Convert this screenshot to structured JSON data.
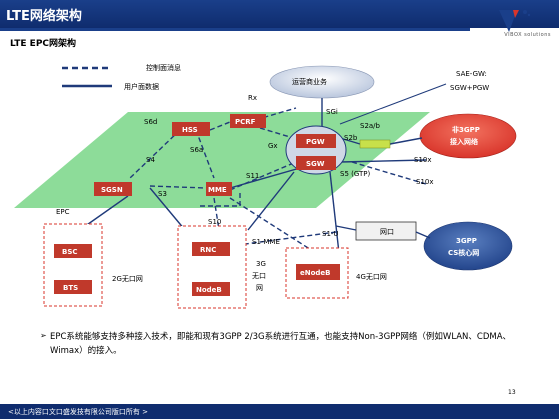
{
  "header": {
    "title": "LTE网络架构",
    "logo_text": "VIBOX  solutions"
  },
  "subtitle": "LTE EPC网架构",
  "legend": {
    "control_plane": "控制面消息",
    "user_plane": "用户面数据"
  },
  "nodes": {
    "hss": "HSS",
    "pcrf": "PCRF",
    "pgw": "PGW",
    "sgw": "SGW",
    "sgsn": "SGSN",
    "mme": "MME",
    "bsc": "BSC",
    "bts": "BTS",
    "rnc": "RNC",
    "nodeb": "NodeB",
    "enodeb": "eNodeB",
    "operator_services": "运营商业务",
    "non3gpp": "非3GPP接入网络",
    "gateway": "网口",
    "cs_core": "3GPP CS核心网",
    "sae_gw": "SAE-GW: SGW+PGW",
    "epc": "EPC"
  },
  "interfaces": {
    "rx": "Rx",
    "sgi": "SGi",
    "s6d": "S6d",
    "s6a": "S6a",
    "gx": "Gx",
    "s4": "S4",
    "s2a_b": "S2a/b",
    "s2b": "S2b",
    "s11": "S11",
    "s10x_1": "S10x",
    "s5": "S5 (GTP)",
    "s10x_2": "S10x",
    "s3": "S3",
    "s10": "S10",
    "s1_mme": "S1-MME",
    "s1_u": "S1-U"
  },
  "access": {
    "2g": "2G无口网",
    "3g": "3G\n无口\n网",
    "4g": "4G无口网"
  },
  "bullet": "EPC系统能够支持多种接入技术，即能和现有3GPP 2/3G系统进行互通，也能支持Non-3GPP网络（例如WLAN、CDMA、Wimax）的接入。",
  "page_number": "13",
  "footer": "<以上内容口文口盛发技有限公司版口所有 >",
  "colors": {
    "header_bg": "#0f2c6e",
    "epc_plane": "#8ddc99",
    "node_fill": "#c0392b",
    "non3gpp": "#d9352b",
    "cs_core": "#2a4f9a"
  }
}
